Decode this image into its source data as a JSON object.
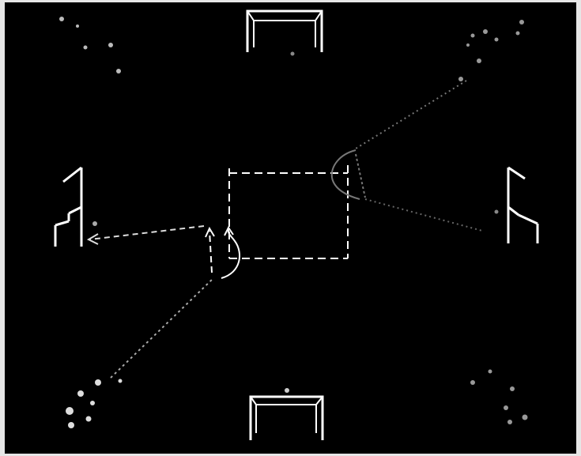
{
  "diagram": {
    "kind": "soccer-drill",
    "background_color": "#000000",
    "frame_color": "#e6e6e6",
    "line_color": "#ffffff",
    "dashed_line_color": "#cccccc",
    "dotted_line_color": "#999999",
    "goals": {
      "count": 4,
      "positions": [
        "top",
        "bottom",
        "left",
        "right"
      ]
    },
    "player_groups": {
      "count": 4,
      "positions": [
        "top-left",
        "top-right",
        "bottom-left",
        "bottom-right"
      ]
    },
    "central_square": "dashed",
    "movements": [
      {
        "type": "pass",
        "style": "dashed-arrow",
        "from": "center-left",
        "to": "left-goal"
      },
      {
        "type": "run",
        "style": "dotted-line",
        "from": "bottom-left-group",
        "to": "center-left"
      },
      {
        "type": "run",
        "style": "dotted-line",
        "from": "top-right-group",
        "to": "center-right"
      },
      {
        "type": "run",
        "style": "dotted-line",
        "from": "center-right",
        "to": "right-goal"
      },
      {
        "type": "dribble",
        "style": "curved-arrow",
        "at": "center-left"
      }
    ]
  }
}
